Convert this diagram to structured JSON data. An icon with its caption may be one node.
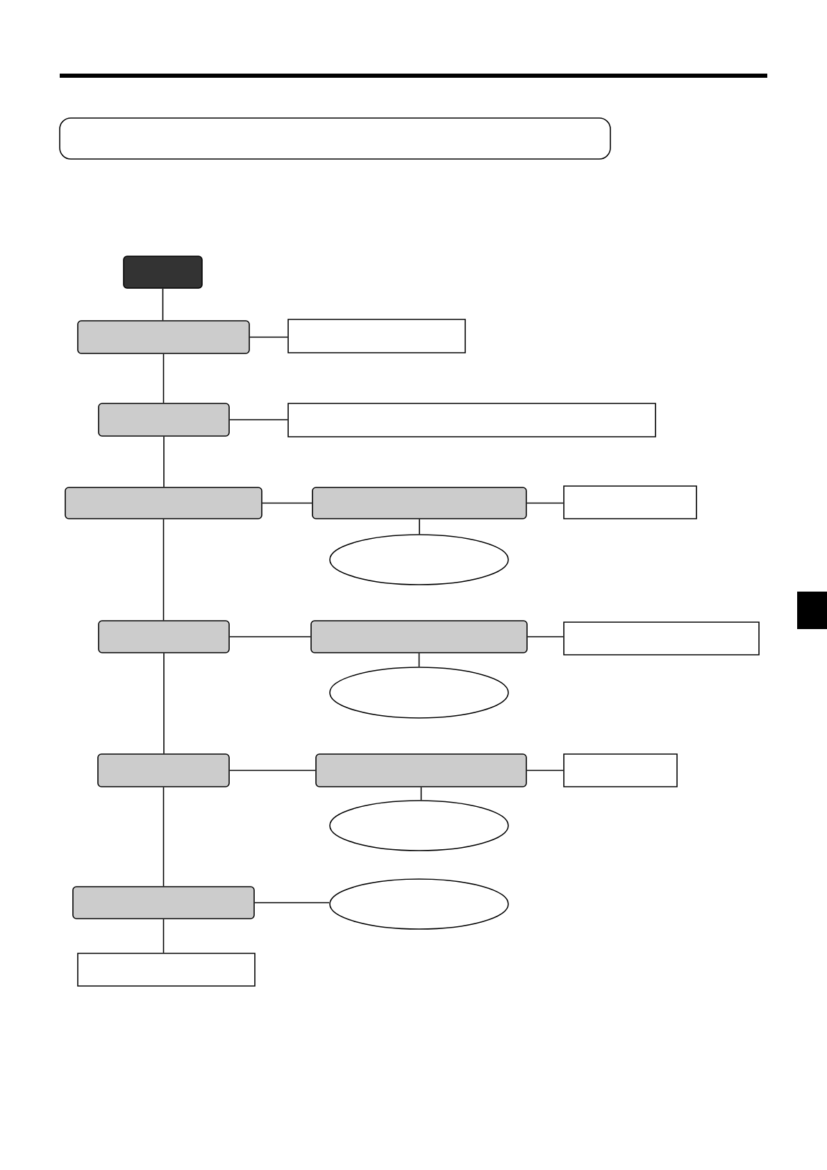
{
  "diagram": {
    "nodes": [
      {
        "text": [],
        "shape": "band"
      },
      {
        "text": [],
        "shape": "box"
      },
      {
        "text": [],
        "shape": "box"
      },
      {
        "text": [],
        "shape": "rectangle"
      },
      {
        "text": [],
        "shape": "box"
      },
      {
        "text": [],
        "shape": "rectangle"
      },
      {
        "text": [],
        "shape": "box"
      },
      {
        "text": [],
        "shape": "box"
      },
      {
        "text": [],
        "shape": "rectangle"
      },
      {
        "text": [],
        "shape": "ellipse"
      },
      {
        "text": [],
        "shape": "box"
      },
      {
        "text": [],
        "shape": "box"
      },
      {
        "text": [],
        "shape": "rectangle"
      },
      {
        "text": [],
        "shape": "ellipse"
      },
      {
        "text": [],
        "shape": "box"
      },
      {
        "text": [],
        "shape": "box"
      },
      {
        "text": [],
        "shape": "rectangle"
      },
      {
        "text": [],
        "shape": "ellipse"
      },
      {
        "text": [],
        "shape": "box"
      },
      {
        "text": [],
        "shape": "ellipse"
      },
      {
        "text": [],
        "shape": "rectangle"
      }
    ],
    "edges": [
      {
        "from": 1,
        "to": 2,
        "arrow": "none"
      },
      {
        "from": 2,
        "to": 3,
        "arrow": "none"
      },
      {
        "from": 2,
        "to": 4,
        "arrow": "none"
      },
      {
        "from": 4,
        "to": 5,
        "arrow": "none"
      },
      {
        "from": 4,
        "to": 6,
        "arrow": "none"
      },
      {
        "from": 6,
        "to": 7,
        "arrow": "none"
      },
      {
        "from": 7,
        "to": 8,
        "arrow": "none"
      },
      {
        "from": 7,
        "to": 9,
        "arrow": "none"
      },
      {
        "from": 6,
        "to": 10,
        "arrow": "none"
      },
      {
        "from": 10,
        "to": 11,
        "arrow": "none"
      },
      {
        "from": 11,
        "to": 12,
        "arrow": "none"
      },
      {
        "from": 11,
        "to": 13,
        "arrow": "none"
      },
      {
        "from": 10,
        "to": 14,
        "arrow": "none"
      },
      {
        "from": 14,
        "to": 15,
        "arrow": "none"
      },
      {
        "from": 15,
        "to": 16,
        "arrow": "none"
      },
      {
        "from": 15,
        "to": 17,
        "arrow": "none"
      },
      {
        "from": 14,
        "to": 18,
        "arrow": "none"
      },
      {
        "from": 18,
        "to": 19,
        "arrow": "none"
      },
      {
        "from": 18,
        "to": 20,
        "arrow": "none"
      }
    ]
  }
}
